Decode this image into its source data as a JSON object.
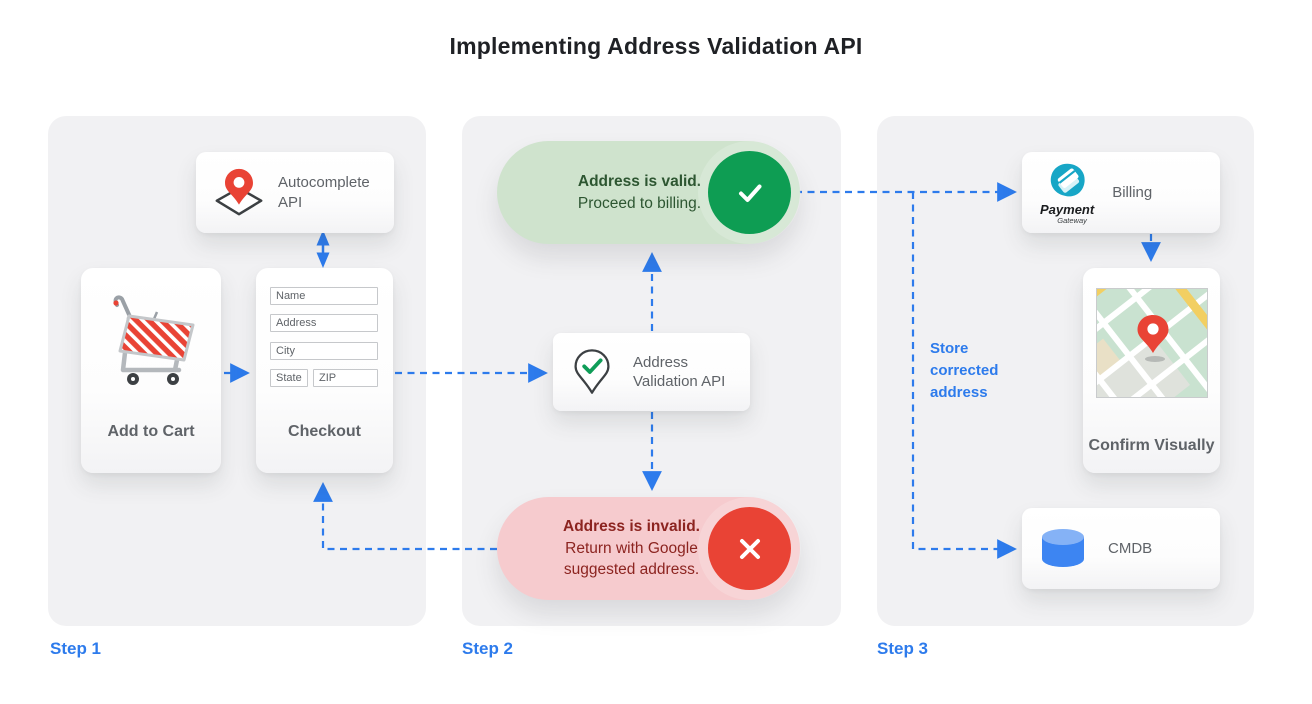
{
  "title": "Implementing Address Validation API",
  "steps": [
    {
      "label": "Step 1"
    },
    {
      "label": "Step 2"
    },
    {
      "label": "Step 3"
    }
  ],
  "step1": {
    "autocomplete_card": {
      "label": "Autocomplete API",
      "icon": "map-pin-diamond-icon"
    },
    "add_to_cart_card": {
      "label": "Add to Cart",
      "icon": "shopping-cart-icon"
    },
    "checkout_card": {
      "label": "Checkout",
      "fields": [
        "Name",
        "Address",
        "City",
        "State",
        "ZIP"
      ]
    }
  },
  "step2": {
    "valid_pill": {
      "bold": "Address is valid.",
      "text": "Proceed to billing.",
      "icon": "check-circle-icon"
    },
    "validation_card": {
      "label": "Address Validation API",
      "icon": "map-pin-check-icon"
    },
    "invalid_pill": {
      "bold": "Address is invalid.",
      "text": "Return with Google suggested address.",
      "icon": "x-circle-icon"
    }
  },
  "step3": {
    "billing_card": {
      "label": "Billing",
      "logo_title": "Payment",
      "logo_subtitle": "Gateway",
      "icon": "payment-gateway-logo"
    },
    "confirm_card": {
      "label": "Confirm Visually",
      "icon": "map-thumbnail-icon"
    },
    "cmdb_card": {
      "label": "CMDB",
      "icon": "database-icon"
    },
    "store_note": "Store corrected address"
  },
  "colors": {
    "accent_blue": "#2d7bec",
    "green": "#0e9d53",
    "red": "#e94335",
    "valid_pill_bg": "#cfe3cd",
    "valid_text": "#2d5631",
    "invalid_pill_bg": "#f6cbce",
    "invalid_text": "#8c2420",
    "panel_bg": "#f1f1f3",
    "gray_text": "#5f6368"
  }
}
